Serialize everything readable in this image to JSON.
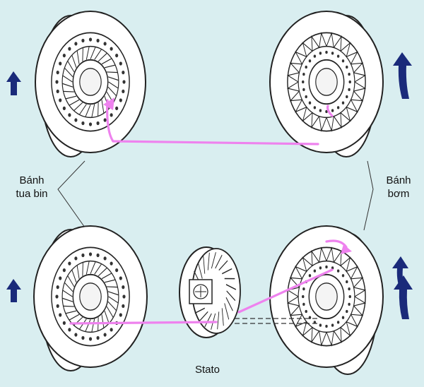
{
  "labels": {
    "turbine_line1": "Bánh",
    "turbine_line2": "tua bin",
    "pump_line1": "Bánh",
    "pump_line2": "bơm",
    "stator": "Stato"
  },
  "colors": {
    "background": "#d9eef0",
    "flow_line": "#ee82ee",
    "arrow": "#1a2a7a",
    "outline": "#222222",
    "wheel_fill": "#ffffff"
  },
  "icons": [
    "up-arrow-icon",
    "curved-up-arrow-icon"
  ]
}
